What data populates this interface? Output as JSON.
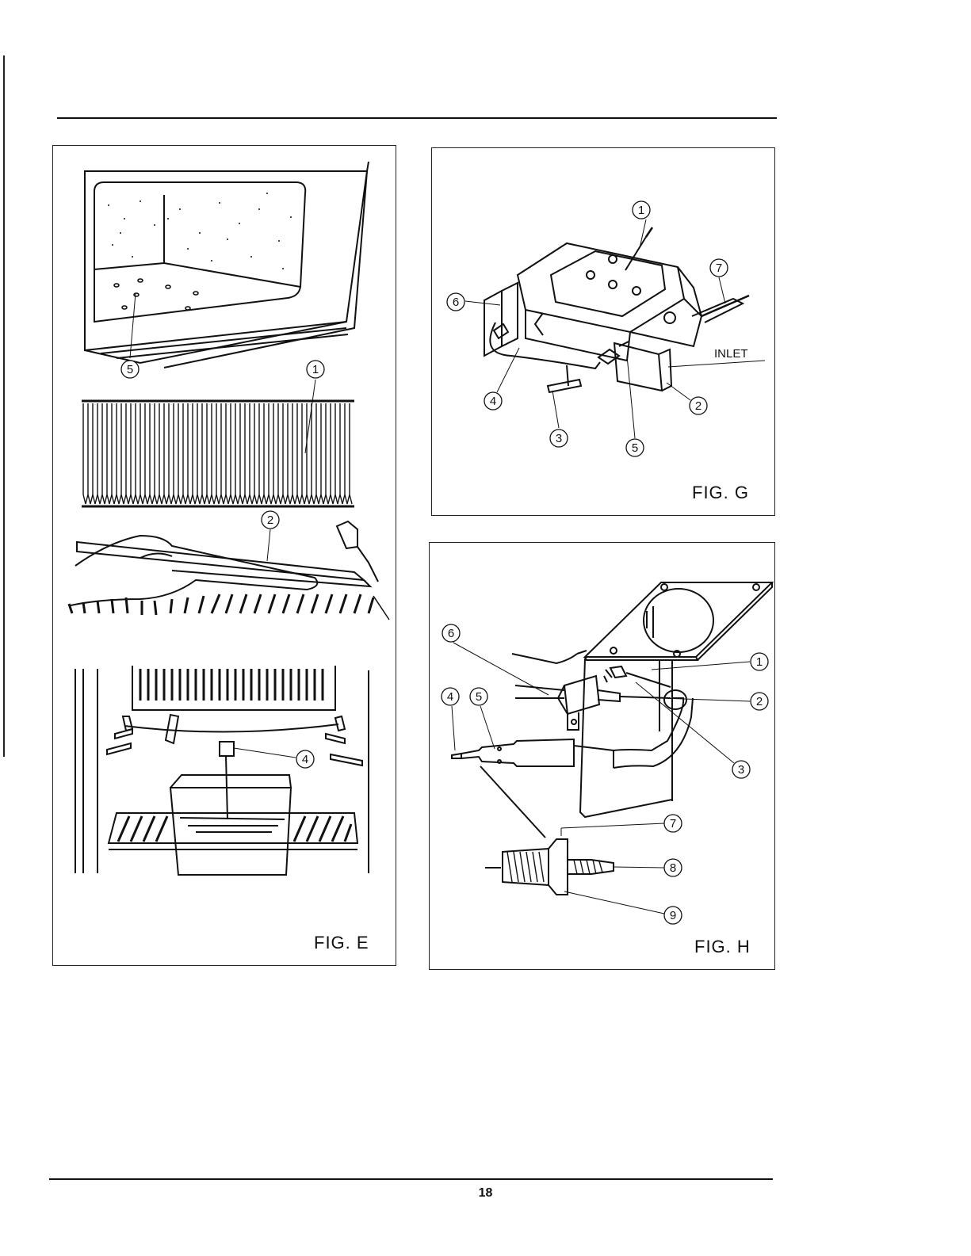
{
  "figures": {
    "fig_e": {
      "label": "FIG. E",
      "callouts": [
        "5",
        "1",
        "2",
        "4"
      ]
    },
    "fig_g": {
      "label": "FIG. G",
      "callouts": [
        "1",
        "7",
        "6",
        "4",
        "3",
        "5",
        "2"
      ],
      "inlet_label": "INLET"
    },
    "fig_h": {
      "label": "FIG. H",
      "callouts": [
        "6",
        "1",
        "4",
        "5",
        "2",
        "3",
        "7",
        "8",
        "9"
      ]
    }
  },
  "footer": {
    "page_number": "18"
  }
}
